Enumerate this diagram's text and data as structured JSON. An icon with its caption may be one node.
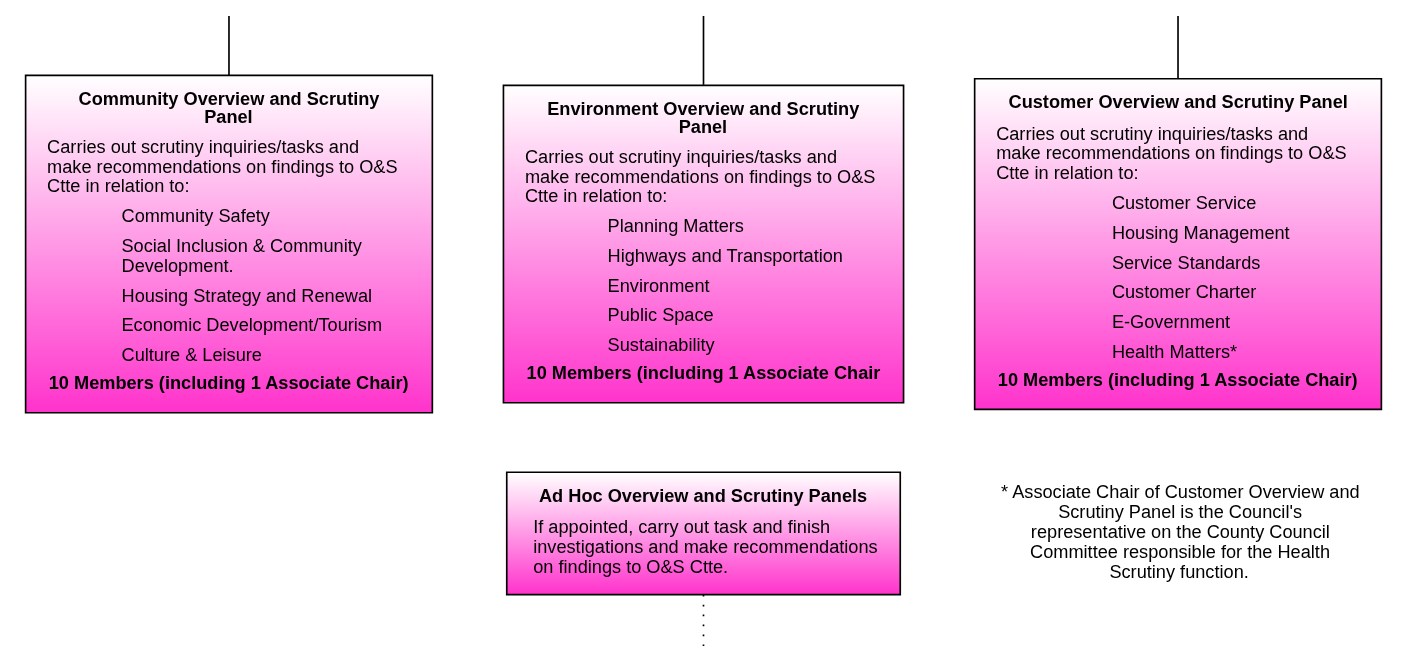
{
  "diagram": {
    "nodes": [
      {
        "text": [
          "Community Overview and Scrutiny Panel",
          "Carries out scrutiny inquiries/tasks and make recommendations on findings to O&S Ctte in relation to:",
          "Community Safety",
          "Social Inclusion & Community Development.",
          "Housing Strategy and Renewal",
          "Economic Development/Tourism",
          "Culture & Leisure",
          "10 Members (including 1 Associate Chair)"
        ]
      },
      {
        "text": [
          "Environment Overview and Scrutiny Panel",
          "Carries out scrutiny inquiries/tasks and make recommendations on findings to O&S Ctte in relation to:",
          "Planning Matters",
          "Highways and Transportation",
          "Environment",
          "Public Space",
          "Sustainability",
          "10 Members (including 1 Associate Chair"
        ]
      },
      {
        "text": [
          "Customer Overview and Scrutiny Panel",
          "Carries out scrutiny inquiries/tasks and make recommendations on findings to O&S Ctte in relation to:",
          "Customer Service",
          "Housing Management",
          "Service Standards",
          "Customer Charter",
          "E-Government",
          "Health Matters*",
          "10 Members (including 1 Associate Chair)"
        ]
      },
      {
        "text": [
          "Ad Hoc Overview and Scrutiny Panels",
          "If appointed, carry out task and finish investigations and make recommendations on findings to O&S Ctte."
        ]
      }
    ],
    "edges": [
      {
        "from": null,
        "to": 0,
        "arrow": "none"
      },
      {
        "from": null,
        "to": 1,
        "arrow": "none"
      },
      {
        "from": null,
        "to": 2,
        "arrow": "none"
      },
      {
        "from": 3,
        "to": null,
        "arrow": "none",
        "style": "dashed"
      }
    ],
    "labels": [
      "* Associate Chair of Customer Overview and Scrutiny Panel is the Council's representative on the County Council Committee responsible for the Health Scrutiny function."
    ]
  }
}
